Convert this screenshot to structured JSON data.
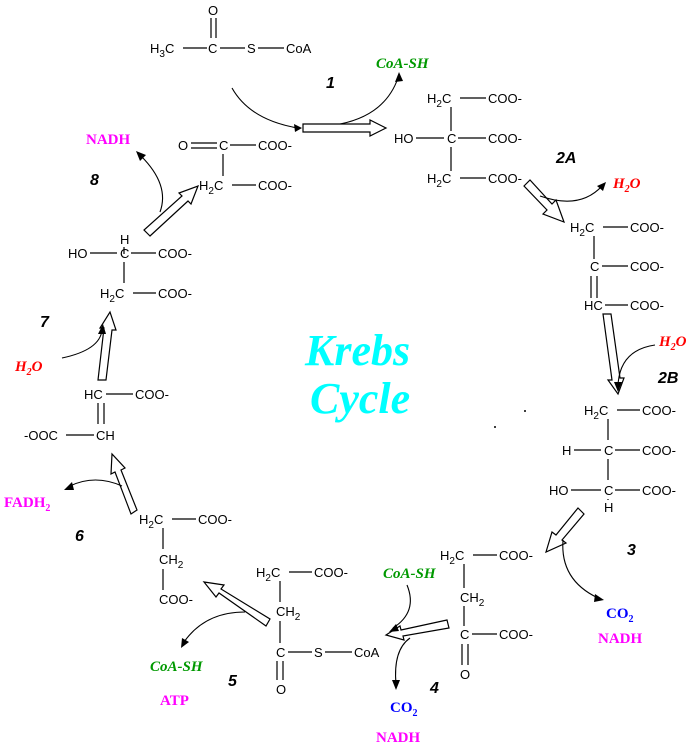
{
  "title": {
    "line1": "Krebs",
    "line2": "Cycle",
    "color": "#00FFFF"
  },
  "colors": {
    "water": "#FF0000",
    "coa_sh": "#009900",
    "reduced": "#FF00FF",
    "co2": "#0000FF"
  },
  "steps": {
    "s1": "1",
    "s2a": "2A",
    "s2b": "2B",
    "s3": "3",
    "s4": "4",
    "s5": "5",
    "s6": "6",
    "s7": "7",
    "s8": "8"
  },
  "byproducts": {
    "coa_sh_1": "CoA-SH",
    "h2o_2a": "H",
    "h2o_2a_sub": "2",
    "h2o_2a_end": "O",
    "h2o_2b": "H",
    "h2o_2b_sub": "2",
    "h2o_2b_end": "O",
    "co2_3": "CO",
    "co2_3_sub": "2",
    "nadh_3": "NADH",
    "coa_sh_4": "CoA-SH",
    "co2_4": "CO",
    "co2_4_sub": "2",
    "nadh_4": "NADH",
    "coa_sh_5": "CoA-SH",
    "atp_5": "ATP",
    "fadh2_6": "FADH",
    "fadh2_6_sub": "2",
    "h2o_7": "H",
    "h2o_7_sub": "2",
    "h2o_7_end": "O",
    "nadh_8": "NADH"
  },
  "labels": {
    "h": "H",
    "h3c": "H",
    "h3c_sub": "3",
    "h3c_c": "C",
    "s": "S",
    "coa": "CoA",
    "o": "O",
    "c": "C",
    "coo": "COO-",
    "ooc": "-OOC",
    "ho": "HO",
    "h2c": "H",
    "h2c_sub": "2",
    "h2c_c": "C",
    "ch2_c": "CH",
    "ch2_sub": "2",
    "hc": "HC",
    "ch": "CH"
  }
}
